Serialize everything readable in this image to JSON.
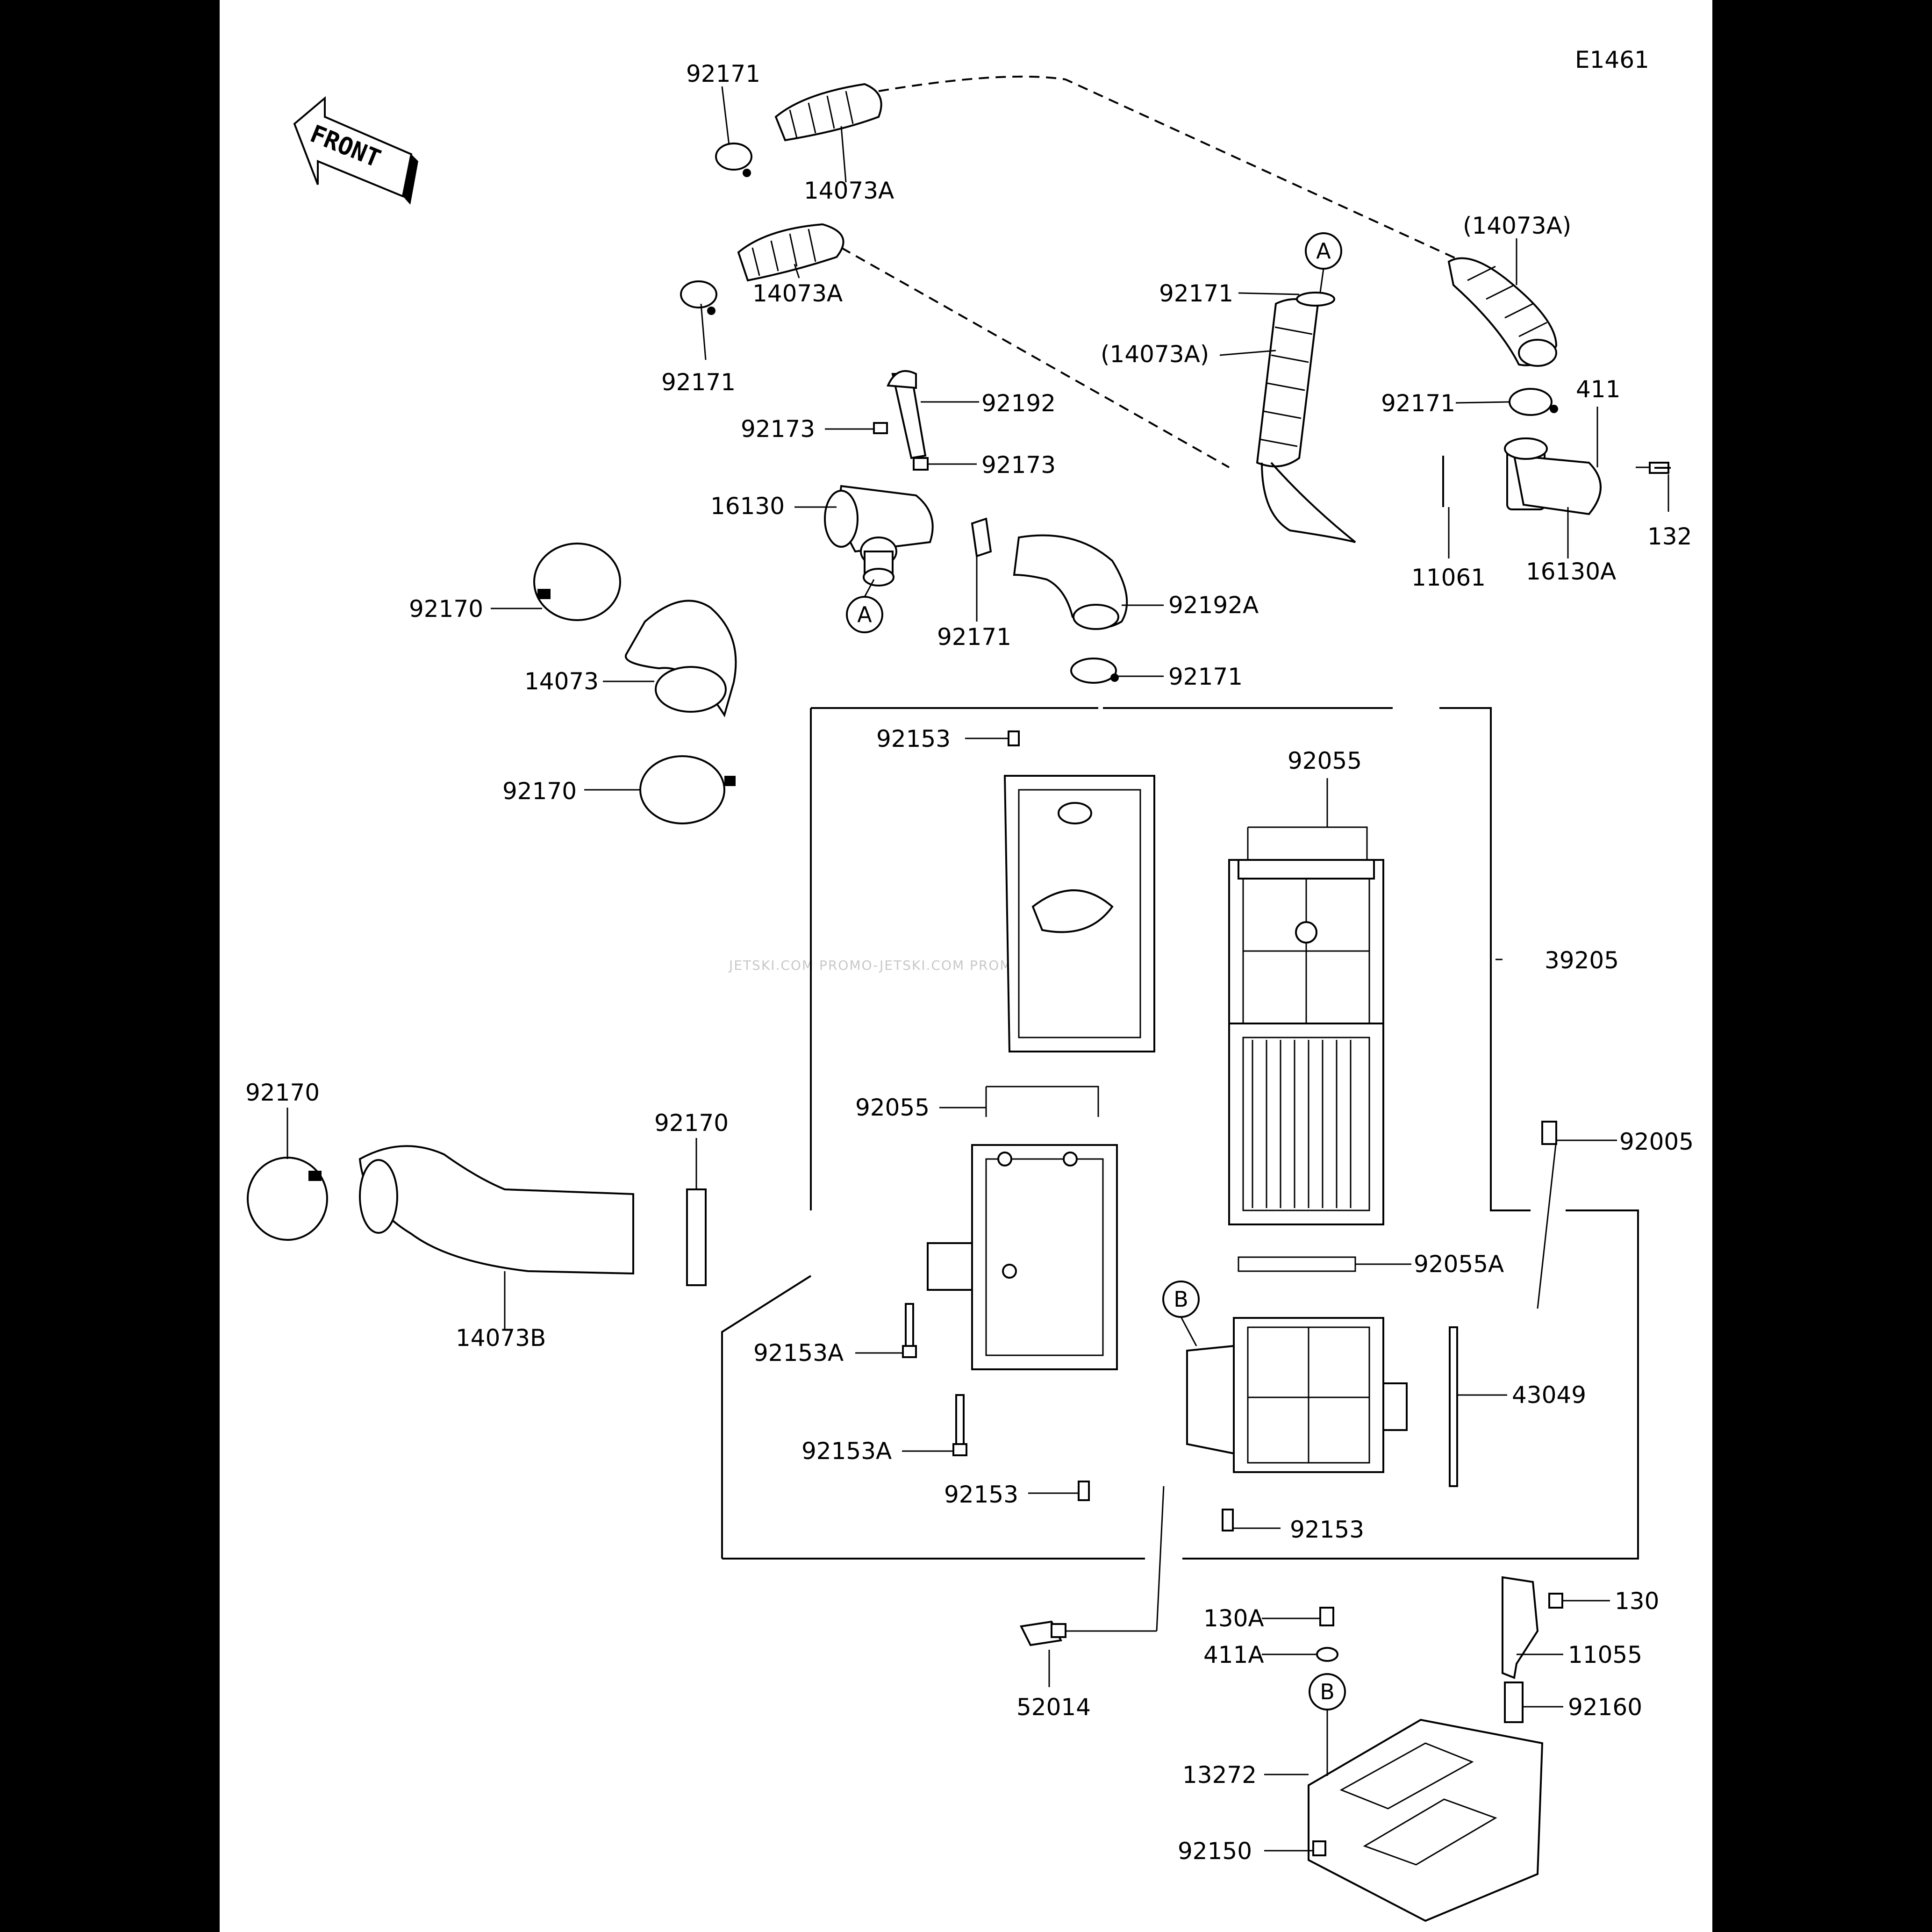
{
  "diagram_code": "E1461",
  "front_arrow_text": "FRONT",
  "watermark": "JETSKI.COM   PROMO-JETSKI.COM   PROMO-JETSKI.COM",
  "callouts": {
    "a": "A",
    "b": "B"
  },
  "labels": {
    "p92171_top": "92171",
    "p14073A_top": "14073A",
    "p14073A_mid": "14073A",
    "p92171_mid": "92171",
    "p14073A_right": "(14073A)",
    "p92171_a": "92171",
    "p14073A_center": "(14073A)",
    "p92171_right": "92171",
    "p411": "411",
    "p132": "132",
    "p11061": "11061",
    "p16130A": "16130A",
    "p92192": "92192",
    "p92173_left": "92173",
    "p92173_right": "92173",
    "p16130": "16130",
    "p92171_small": "92171",
    "p92192A": "92192A",
    "p92171_lower": "92171",
    "p92170_a": "92170",
    "p14073": "14073",
    "p92170_b": "92170",
    "p92153_top": "92153",
    "p92055_top": "92055",
    "p39205": "39205",
    "p92055_mid": "92055",
    "p92005": "92005",
    "p92170_left": "92170",
    "p92170_mid": "92170",
    "p14073B": "14073B",
    "p92055A": "92055A",
    "p43049": "43049",
    "p92153A_a": "92153A",
    "p92153A_b": "92153A",
    "p92153_mid": "92153",
    "p92153_right": "92153",
    "p130A": "130A",
    "p130": "130",
    "p411A": "411A",
    "p11055": "11055",
    "p92160": "92160",
    "p52014": "52014",
    "p13272": "13272",
    "p92150": "92150"
  }
}
